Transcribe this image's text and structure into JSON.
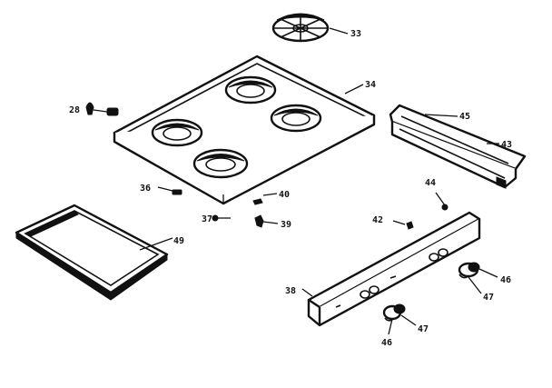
{
  "diagram": {
    "type": "exploded-parts-view",
    "callouts": {
      "c33": "33",
      "c34": "34",
      "c28": "28",
      "c36": "36",
      "c40": "40",
      "c37": "37",
      "c39": "39",
      "c49": "49",
      "c45": "45",
      "c43": "43",
      "c44": "44",
      "c42": "42",
      "c38": "38",
      "c46a": "46",
      "c47a": "47",
      "c47b": "47",
      "c46b": "46"
    }
  }
}
